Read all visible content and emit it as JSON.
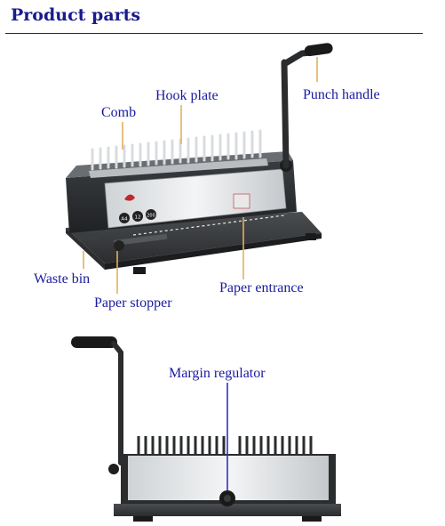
{
  "header": {
    "title": "Product parts"
  },
  "labels": {
    "comb": "Comb",
    "hook_plate": "Hook plate",
    "punch_handle": "Punch handle",
    "waste_bin": "Waste bin",
    "paper_stopper": "Paper stopper",
    "paper_entrance": "Paper entrance",
    "margin_regulator": "Margin regulator"
  },
  "device_marks": {
    "badge_a4": "A4",
    "badge_12": "12",
    "badge_200": "200"
  },
  "colors": {
    "title": "#1a1a8c",
    "label": "#1a1aa0",
    "pointer": "#e2b060",
    "regulator_pointer": "#3030c0"
  }
}
